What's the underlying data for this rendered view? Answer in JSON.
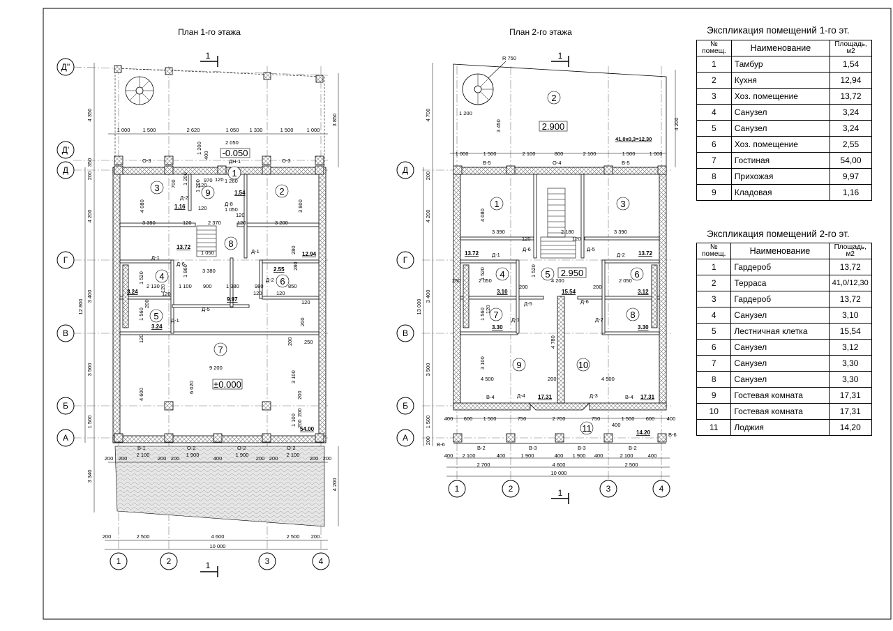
{
  "plan1_title": "План 1-го этажа",
  "plan2_title": "План 2-го этажа",
  "section_mark": "1",
  "axes": {
    "letters": [
      "Д''",
      "Д'",
      "Д",
      "Г",
      "В",
      "Б",
      "А"
    ],
    "numbers": [
      "1",
      "2",
      "3",
      "4"
    ]
  },
  "plan1": {
    "levels": [
      "-0.050",
      "±0.000"
    ],
    "room_numbers": [
      "1",
      "2",
      "3",
      "4",
      "5",
      "6",
      "7",
      "8",
      "9"
    ],
    "areas": [
      "1.54",
      "12.94",
      "13.72",
      "3.24",
      "3.24",
      "2.55",
      "9.97",
      "1.16",
      "54.00"
    ],
    "doors": [
      "ДН-1",
      "Д-2",
      "Д-8",
      "Д-1",
      "Д-6",
      "Д-1",
      "Д-2",
      "Д-5",
      "Д-1"
    ],
    "openings": [
      "О-3",
      "О-3",
      "В-1",
      "О-2",
      "О-2",
      "О-2"
    ],
    "top_dims": [
      "1 000",
      "1 500",
      "2 620",
      "1 050",
      "1 330",
      "1 500",
      "1 000"
    ],
    "bottom_dims_1": [
      "200",
      "200",
      "2 100",
      "200",
      "200",
      "1 900",
      "400",
      "1 900",
      "200",
      "200",
      "2 100",
      "200",
      "200"
    ],
    "bottom_dims_2": [
      "200",
      "2 500",
      "4 600",
      "2 500",
      "200"
    ],
    "bottom_total": "10 000",
    "left_dims": [
      "4 350",
      "350",
      "200",
      "4 200",
      "3 400",
      "12 800",
      "3 500",
      "1 500",
      "3 340"
    ],
    "right_dims": [
      "3 850",
      "4 200"
    ],
    "inner_dims": [
      "2 050",
      "1 200",
      "400",
      "970",
      "1 260",
      "700",
      "1 200",
      "1 200",
      "120",
      "120",
      "120",
      "1 050",
      "120",
      "4 080",
      "3 800",
      "3 390",
      "120",
      "2 370",
      "120",
      "3 200",
      "1 050",
      "280",
      "3 380",
      "1 860",
      "120",
      "280",
      "1 520",
      "2 130",
      "120",
      "1 100",
      "900",
      "1 380",
      "980",
      "850",
      "120",
      "120",
      "120",
      "200",
      "1 560",
      "200",
      "120",
      "250",
      "200",
      "9 200",
      "4 600",
      "6 020",
      "3 100",
      "200",
      "200",
      "200",
      "1 100"
    ]
  },
  "plan2": {
    "radius_label": "R 750",
    "levels": [
      "2.900",
      "2.950"
    ],
    "terrace_formula": "41,0x0,3=12,30",
    "room_numbers": [
      "1",
      "2",
      "3",
      "4",
      "5",
      "6",
      "7",
      "8",
      "9",
      "10",
      "11"
    ],
    "areas": [
      "13.72",
      "13.72",
      "3.10",
      "15.54",
      "3.12",
      "3.30",
      "3.30",
      "17.31",
      "17.31",
      "14.20"
    ],
    "doors": [
      "Д-1",
      "Д-6",
      "Д-5",
      "Д-2",
      "Д-5",
      "Д-6",
      "Д-1",
      "Д-2",
      "Д-4",
      "Д-3"
    ],
    "openings": [
      "В-5",
      "О-4",
      "В-5",
      "В-4",
      "В-4",
      "В-6",
      "В-6",
      "В-2",
      "В-3",
      "В-3",
      "В-2"
    ],
    "top_dims": [
      "1 000",
      "1 500",
      "2 100",
      "800",
      "2 100",
      "1 500",
      "1 000"
    ],
    "bottom_dims_1": [
      "400",
      "600",
      "1 500",
      "750",
      "2 700",
      "750",
      "1 500",
      "600",
      "400"
    ],
    "bottom_dims_2": [
      "400",
      "2 100",
      "400",
      "1 900",
      "400",
      "1 900",
      "400",
      "2 100",
      "400"
    ],
    "bottom_dims_3": [
      "2 700",
      "4 600",
      "2 500"
    ],
    "bottom_total": "10 000",
    "left_dims": [
      "4 700",
      "200",
      "4 200",
      "3 400",
      "13 000",
      "3 500",
      "1 500",
      "200"
    ],
    "right_dims": [
      "4 200"
    ],
    "inner_dims": [
      "3 450",
      "1 200",
      "4 080",
      "3 390",
      "2 180",
      "120",
      "3 390",
      "120",
      "1 520",
      "4 200",
      "2 050",
      "200",
      "200",
      "2 050",
      "250",
      "1 520",
      "1 560",
      "120",
      "4 780",
      "3 100",
      "4 500",
      "200",
      "4 500",
      "400"
    ]
  },
  "table1": {
    "title": "Экспликация помещений 1-го эт.",
    "headers": [
      "№ помещ.",
      "Наименование",
      "Площадь, м2"
    ],
    "rows": [
      [
        "1",
        "Тамбур",
        "1,54"
      ],
      [
        "2",
        "Кухня",
        "12,94"
      ],
      [
        "3",
        "Хоз. помещение",
        "13,72"
      ],
      [
        "4",
        "Санузел",
        "3,24"
      ],
      [
        "5",
        "Санузел",
        "3,24"
      ],
      [
        "6",
        "Хоз. помещение",
        "2,55"
      ],
      [
        "7",
        "Гостиная",
        "54,00"
      ],
      [
        "8",
        "Прихожая",
        "9,97"
      ],
      [
        "9",
        "Кладовая",
        "1,16"
      ]
    ]
  },
  "table2": {
    "title": "Экспликация помещений 2-го эт.",
    "headers": [
      "№ помещ.",
      "Наименование",
      "Площадь, м2"
    ],
    "rows": [
      [
        "1",
        "Гардероб",
        "13,72"
      ],
      [
        "2",
        "Терраса",
        "41,0/12,30"
      ],
      [
        "3",
        "Гардероб",
        "13,72"
      ],
      [
        "4",
        "Санузел",
        "3,10"
      ],
      [
        "5",
        "Лестничная клетка",
        "15,54"
      ],
      [
        "6",
        "Санузел",
        "3,12"
      ],
      [
        "7",
        "Санузел",
        "3,30"
      ],
      [
        "8",
        "Санузел",
        "3,30"
      ],
      [
        "9",
        "Гостевая комната",
        "17,31"
      ],
      [
        "10",
        "Гостевая комната",
        "17,31"
      ],
      [
        "11",
        "Лоджия",
        "14,20"
      ]
    ]
  }
}
